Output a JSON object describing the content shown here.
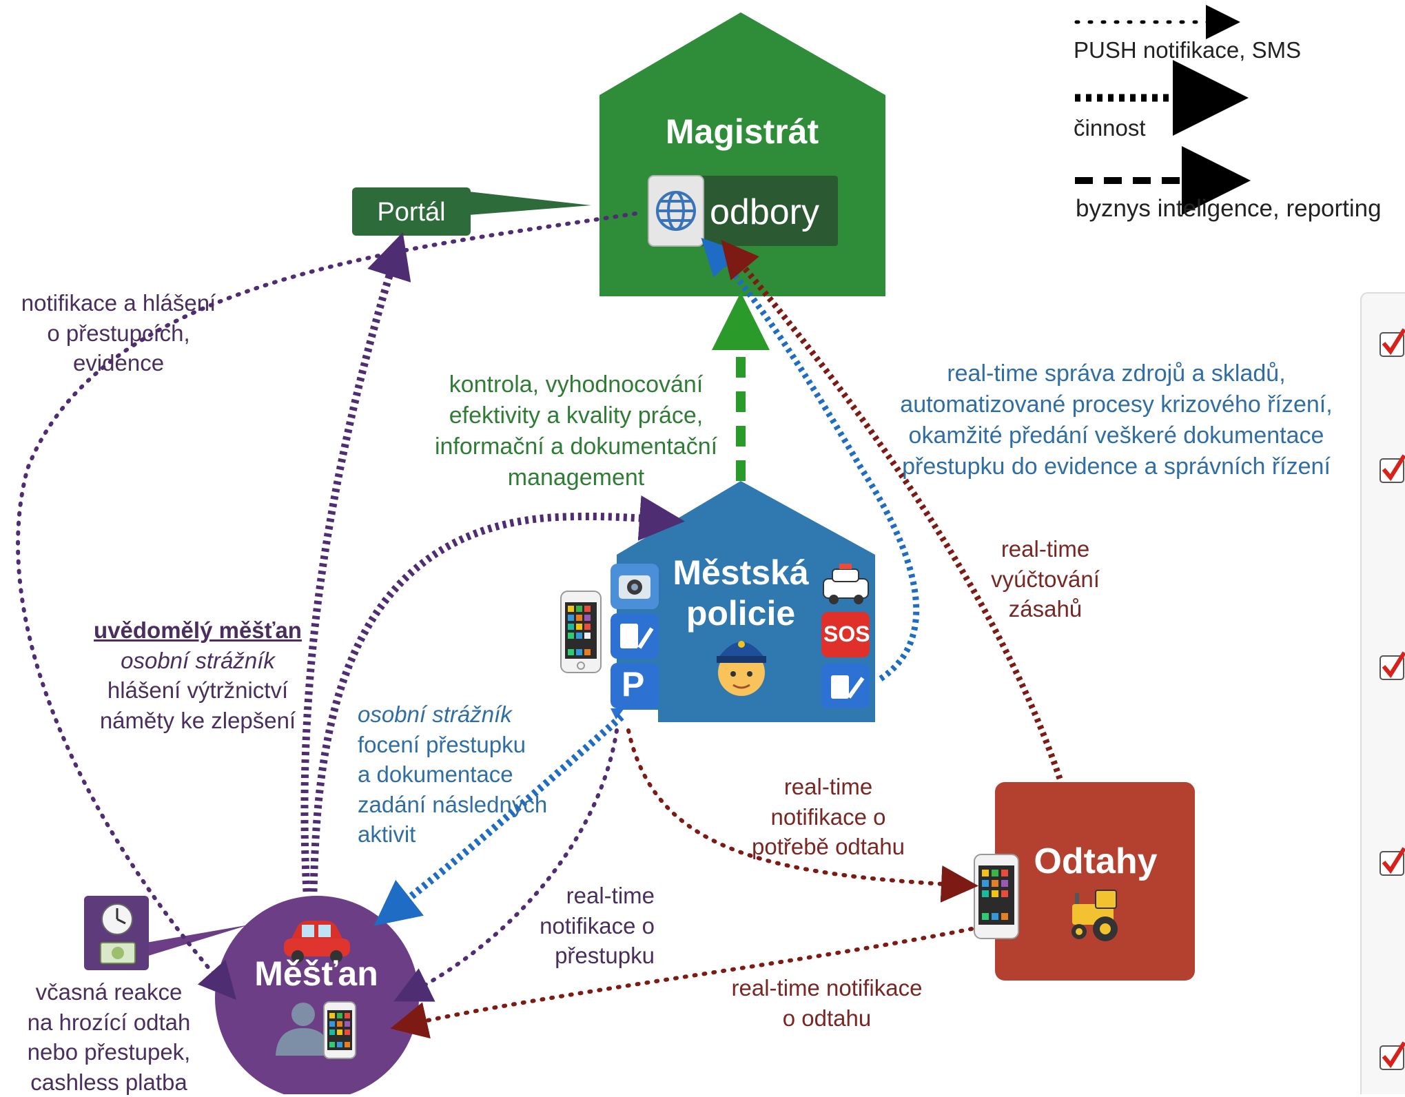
{
  "legend": {
    "push": "PUSH notifikace, SMS",
    "activity": "činnost",
    "bi": "byznys inteligence, reporting"
  },
  "nodes": {
    "magistrat": {
      "title": "Magistrát",
      "sub": "odbory",
      "color": "#2f8d3a"
    },
    "portal": {
      "label": "Portál",
      "color": "#2e6b3a"
    },
    "policie": {
      "title1": "Městská",
      "title2": "policie",
      "color": "#2f78b0"
    },
    "odtahy": {
      "title": "Odtahy",
      "color": "#b4402f"
    },
    "mestan": {
      "title": "Měšťan",
      "color": "#6b3e86"
    }
  },
  "labels": {
    "notif_hlaseni": [
      "notifikace a hlášení",
      "o přestupcích,",
      "evidence"
    ],
    "kontrola": [
      "kontrola, vyhodnocování",
      "efektivity a kvality práce,",
      "informační a dokumentační",
      "management"
    ],
    "realtime_sprava": [
      "real-time správa zdrojů a skladů,",
      "automatizované procesy krizového řízení,",
      "okamžité předání veškeré dokumentace",
      "přestupku do evidence a správních řízení"
    ],
    "vyuctovani": [
      "real-time",
      "vyúčtování",
      "zásahů"
    ],
    "uvedomely_title": "uvědomělý měšťan",
    "uvedomely_sub": "osobní strážník",
    "uvedomely_rest": [
      "hlášení výtržnictví",
      "náměty ke zlepšení"
    ],
    "strazn_title": "osobní strážník",
    "strazn_rest": [
      "focení přestupku",
      "a dokumentace",
      "zadání následných",
      "aktivit"
    ],
    "notif_odtah_potreba": [
      "real-time",
      "notifikace o",
      "potřebě odtahu"
    ],
    "notif_prestupek": [
      "real-time",
      "notifikace o",
      "přestupku"
    ],
    "notif_odtah": [
      "real-time notifikace",
      "o odtahu"
    ],
    "vcasna": [
      "včasná reakce",
      "na hrozící odtah",
      "nebo přestupek,",
      "cashless platba"
    ]
  },
  "icons": [
    "globe-icon",
    "camera-icon",
    "phone-icon",
    "police-officer-icon",
    "parking-icon",
    "police-car-icon",
    "sos-icon",
    "tractor-icon",
    "car-icon",
    "user-silhouette-icon",
    "clock-icon",
    "banknote-icon",
    "checkbox-icon"
  ]
}
